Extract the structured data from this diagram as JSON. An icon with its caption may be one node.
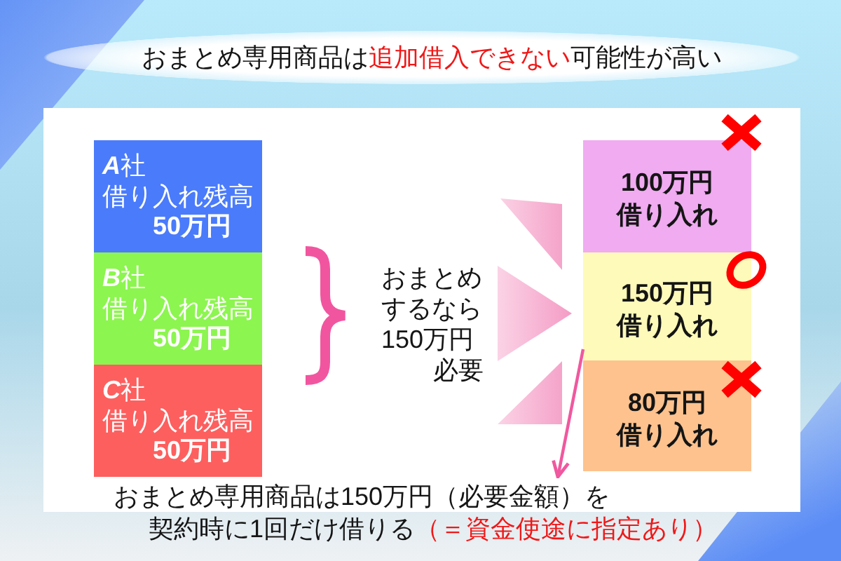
{
  "diagram": {
    "title": "おまとめ専用商品は**追加借入できない**可能性が高い",
    "nodes": [
      {
        "text": [
          "**A**社",
          "借り入れ残高",
          "50万円"
        ]
      },
      {
        "text": [
          "**B**社",
          "借り入れ残高",
          "50万円"
        ]
      },
      {
        "text": [
          "**C**社",
          "借り入れ残高",
          "50万円"
        ]
      },
      {
        "text": [
          "おまとめするなら150万円必要"
        ]
      },
      {
        "text": [
          "100万円",
          "借り入れ"
        ]
      },
      {
        "text": [
          "150万円",
          "借り入れ"
        ]
      },
      {
        "text": [
          "80万円",
          "借り入れ"
        ]
      },
      {
        "text": [
          "おまとめ専用商品は150万円（必要金額）を契約時に1回だけ借りる**（＝資金使途に指定あり）**"
        ]
      }
    ],
    "edges": [
      {
        "from": 3,
        "to": 5,
        "arrow": "to"
      },
      {
        "from": 5,
        "to": 7,
        "arrow": "to"
      }
    ]
  }
}
